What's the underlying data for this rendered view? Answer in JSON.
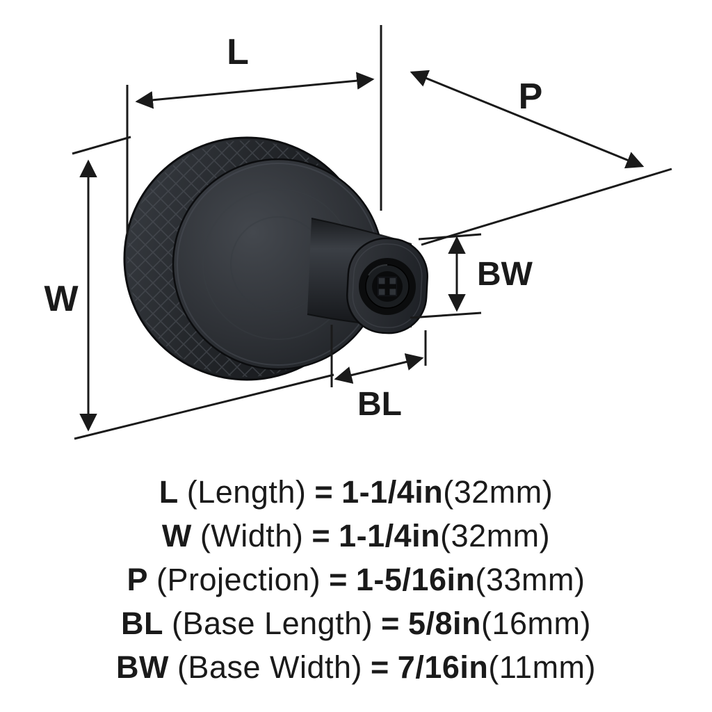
{
  "background": "#ffffff",
  "line_color": "#1a1a1a",
  "text_color": "#1a1a1a",
  "knob_colors": {
    "dark": "#121417",
    "mid": "#2b2e33",
    "light": "#474b52"
  },
  "diagram": {
    "labels": {
      "l": "L",
      "w": "W",
      "p": "P",
      "bl": "BL",
      "bw": "BW"
    }
  },
  "legend": {
    "eq": "=",
    "items": [
      {
        "symbol": "L",
        "name": "(Length)",
        "value": "1-1/4in",
        "metric": "(32mm)"
      },
      {
        "symbol": "W",
        "name": "(Width)",
        "value": "1-1/4in",
        "metric": "(32mm)"
      },
      {
        "symbol": "P",
        "name": "(Projection)",
        "value": "1-5/16in",
        "metric": "(33mm)"
      },
      {
        "symbol": "BL",
        "name": "(Base Length)",
        "value": "5/8in",
        "metric": "(16mm)"
      },
      {
        "symbol": "BW",
        "name": "(Base Width)",
        "value": "7/16in",
        "metric": "(11mm)"
      }
    ]
  }
}
